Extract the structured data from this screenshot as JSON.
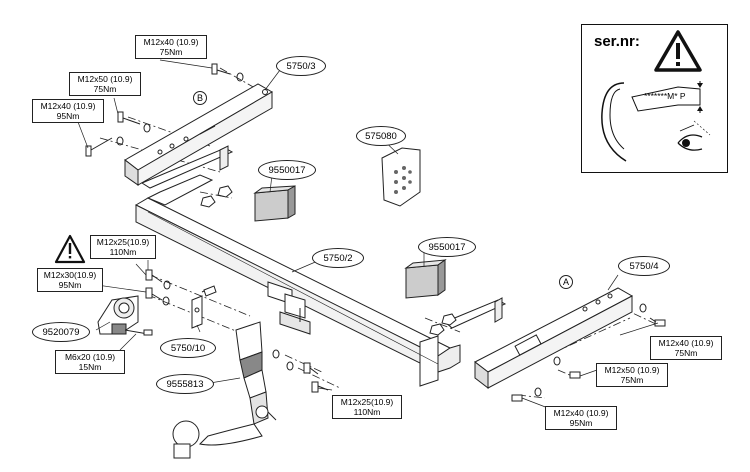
{
  "parts": {
    "p5750_3": "5750/3",
    "p5750_2": "5750/2",
    "p5750_4": "5750/4",
    "p5750_10": "5750/10",
    "p575080": "575080",
    "p9550017_a": "9550017",
    "p9550017_b": "9550017",
    "p9520079": "9520079",
    "p9555813": "9555813"
  },
  "bolts": {
    "b1": {
      "spec": "M12x40 (10.9)",
      "torque": "75Nm"
    },
    "b2": {
      "spec": "M12x50 (10.9)",
      "torque": "75Nm"
    },
    "b3": {
      "spec": "M12x40 (10.9)",
      "torque": "95Nm"
    },
    "b4": {
      "spec": "M12x25(10.9)",
      "torque": "110Nm"
    },
    "b5": {
      "spec": "M12x30(10.9)",
      "torque": "95Nm"
    },
    "b6": {
      "spec": "M6x20 (10.9)",
      "torque": "15Nm"
    },
    "b7": {
      "spec": "M12x25(10.9)",
      "torque": "110Nm"
    },
    "b8": {
      "spec": "M12x40 (10.9)",
      "torque": "75Nm"
    },
    "b9": {
      "spec": "M12x50 (10.9)",
      "torque": "75Nm"
    },
    "b10": {
      "spec": "M12x40 (10.9)",
      "torque": "95Nm"
    }
  },
  "markers": {
    "a": "A",
    "b": "B"
  },
  "serial": {
    "title": "ser.nr:",
    "code": "*******M* P"
  },
  "colors": {
    "line": "#222222",
    "fill": "#ffffff",
    "shade": "#cccccc",
    "dark": "#555555"
  }
}
